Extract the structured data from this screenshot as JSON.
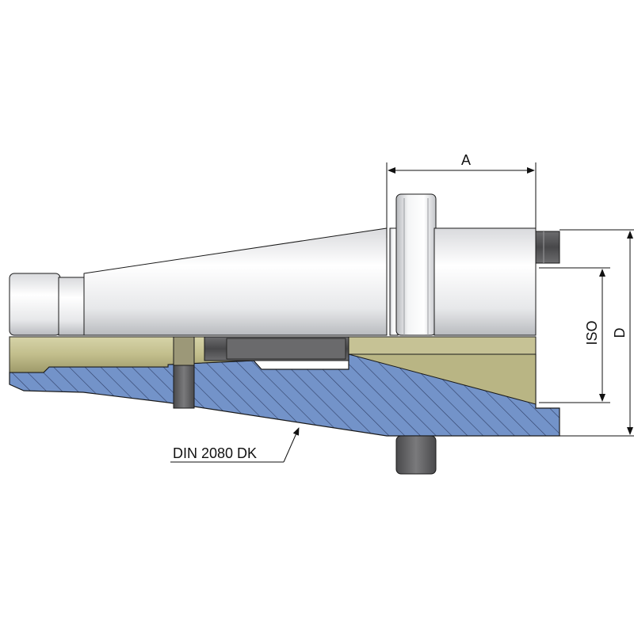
{
  "labels": {
    "dimension_a": "A",
    "dimension_iso": "ISO",
    "dimension_d": "D",
    "standard": "DIN 2080 DK"
  },
  "colors": {
    "background": "#ffffff",
    "steel_light": "#f2f3f5",
    "steel_mid": "#c9cbcf",
    "steel_dark": "#8e9095",
    "section_blue": "#6f8fc6",
    "hatch": "#2f3f66",
    "insert_olive": "#c9c69a",
    "insert_olive_dark": "#8e8a5e",
    "dark_part": "#5a5a5c",
    "outline": "#1a1a1a"
  }
}
